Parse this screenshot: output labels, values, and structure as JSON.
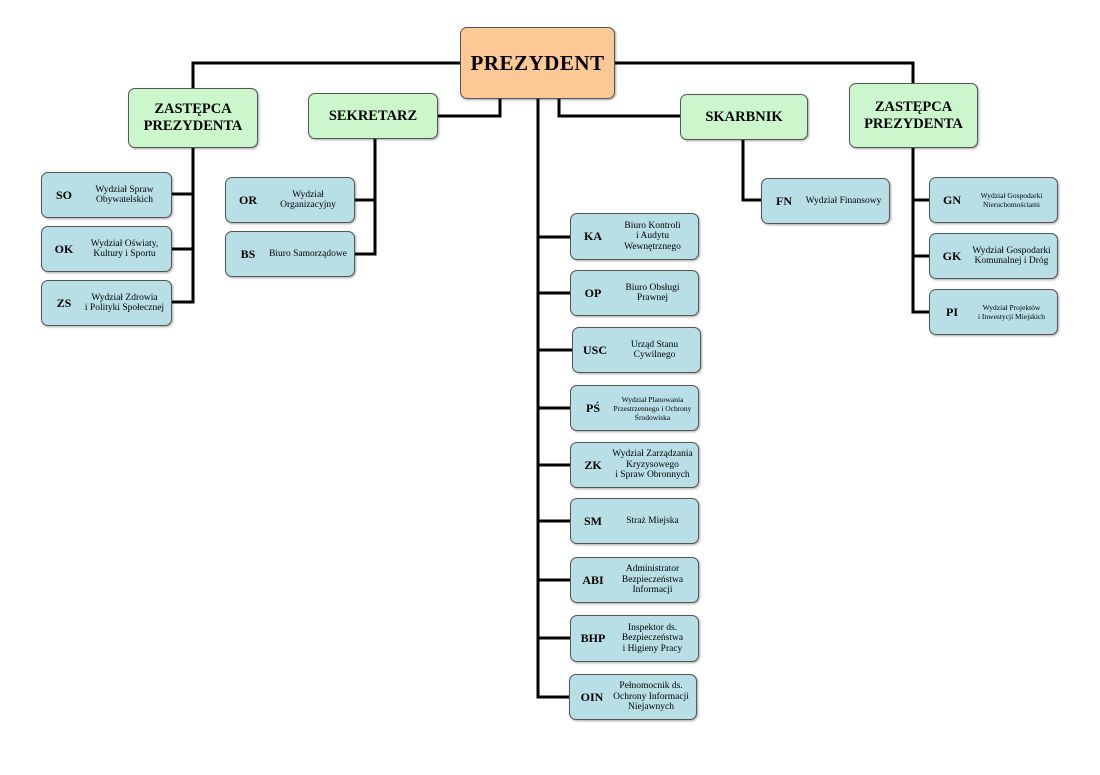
{
  "president": {
    "label": "PREZYDENT"
  },
  "managers": {
    "deputy_left": "ZASTĘPCA\nPREZYDENTA",
    "secretary": "SEKRETARZ",
    "treasurer": "SKARBNIK",
    "deputy_right": "ZASTĘPCA\nPREZYDENTA"
  },
  "units": {
    "so": {
      "code": "SO",
      "name": "Wydział Spraw\nObywatelskich"
    },
    "ok": {
      "code": "OK",
      "name": "Wydział Oświaty,\nKultury i Sportu"
    },
    "zs": {
      "code": "ZS",
      "name": "Wydział Zdrowia\ni Polityki Społecznej"
    },
    "or": {
      "code": "OR",
      "name": "Wydział\nOrganizacyjny"
    },
    "bs": {
      "code": "BS",
      "name": "Biuro Samorządowe"
    },
    "fn": {
      "code": "FN",
      "name": "Wydział Finansowy"
    },
    "gn": {
      "code": "GN",
      "name": "Wydział Gospodarki\nNieruchomościami"
    },
    "gk": {
      "code": "GK",
      "name": "Wydział Gospodarki\nKomunalnej i Dróg"
    },
    "pi": {
      "code": "PI",
      "name": "Wydział Projektów\ni Inwestycji Miejskich"
    },
    "ka": {
      "code": "KA",
      "name": "Biuro Kontroli\ni Audytu\nWewnętrznego"
    },
    "op": {
      "code": "OP",
      "name": "Biuro Obsługi\nPrawnej"
    },
    "usc": {
      "code": "USC",
      "name": "Urząd Stanu\nCywilnego"
    },
    "ps": {
      "code": "PŚ",
      "name": "Wydział Planowania\nPrzestrzennego i Ochrony\nŚrodowiska"
    },
    "zk": {
      "code": "ZK",
      "name": "Wydział Zarządzania\nKryzysowego\ni Spraw Obronnych"
    },
    "sm": {
      "code": "SM",
      "name": "Straż Miejska"
    },
    "abi": {
      "code": "ABI",
      "name": "Administrator\nBezpieczeństwa\nInformacji"
    },
    "bhp": {
      "code": "BHP",
      "name": "Inspektor ds.\nBezpieczeństwa\ni Higieny Pracy"
    },
    "oin": {
      "code": "OIN",
      "name": "Pełnomocnik ds.\nOchrony Informacji\nNiejawnych"
    }
  }
}
